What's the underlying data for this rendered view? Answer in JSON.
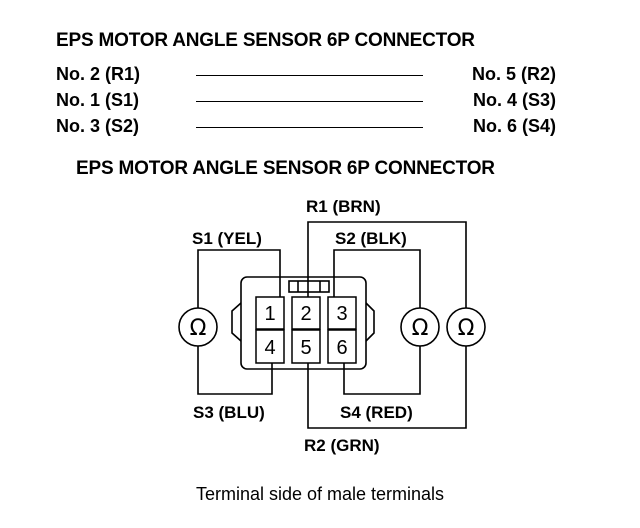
{
  "title_top": "EPS MOTOR ANGLE SENSOR 6P CONNECTOR",
  "pin_pairs": [
    {
      "left": "No. 2 (R1)",
      "right": "No. 5 (R2)"
    },
    {
      "left": "No. 1 (S1)",
      "right": "No. 4 (S3)"
    },
    {
      "left": "No. 3 (S2)",
      "right": "No. 6 (S4)"
    }
  ],
  "title_diagram": "EPS MOTOR ANGLE SENSOR 6P CONNECTOR",
  "wire_labels": {
    "r1": "R1 (BRN)",
    "s1": "S1 (YEL)",
    "s2": "S2 (BLK)",
    "s3": "S3 (BLU)",
    "s4": "S4 (RED)",
    "r2": "R2 (GRN)"
  },
  "terminals": [
    "1",
    "2",
    "3",
    "4",
    "5",
    "6"
  ],
  "ohm_symbol": "Ω",
  "caption": "Terminal side of male terminals"
}
